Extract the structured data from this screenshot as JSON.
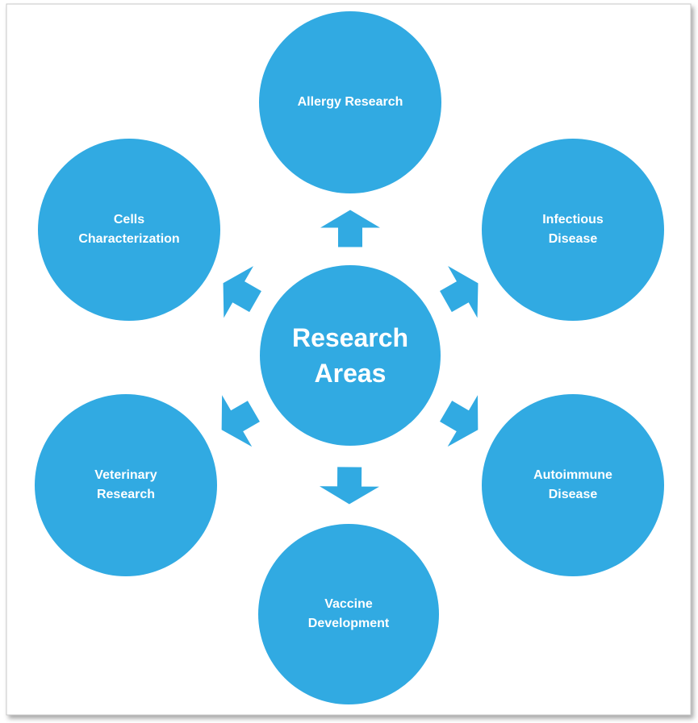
{
  "center": {
    "label": "Research\nAreas",
    "color": "#31aae2"
  },
  "areas": [
    {
      "id": "allergy",
      "label": "Allergy Research"
    },
    {
      "id": "infectious",
      "label": "Infectious\nDisease"
    },
    {
      "id": "autoimmune",
      "label": "Autoimmune\nDisease"
    },
    {
      "id": "vaccine",
      "label": "Vaccine\nDevelopment"
    },
    {
      "id": "veterinary",
      "label": "Veterinary\nResearch"
    },
    {
      "id": "cells",
      "label": "Cells\nCharacterization"
    }
  ],
  "colors": {
    "circle": "#31aae2",
    "frame_border": "#c8c8c8",
    "text": "#ffffff"
  }
}
